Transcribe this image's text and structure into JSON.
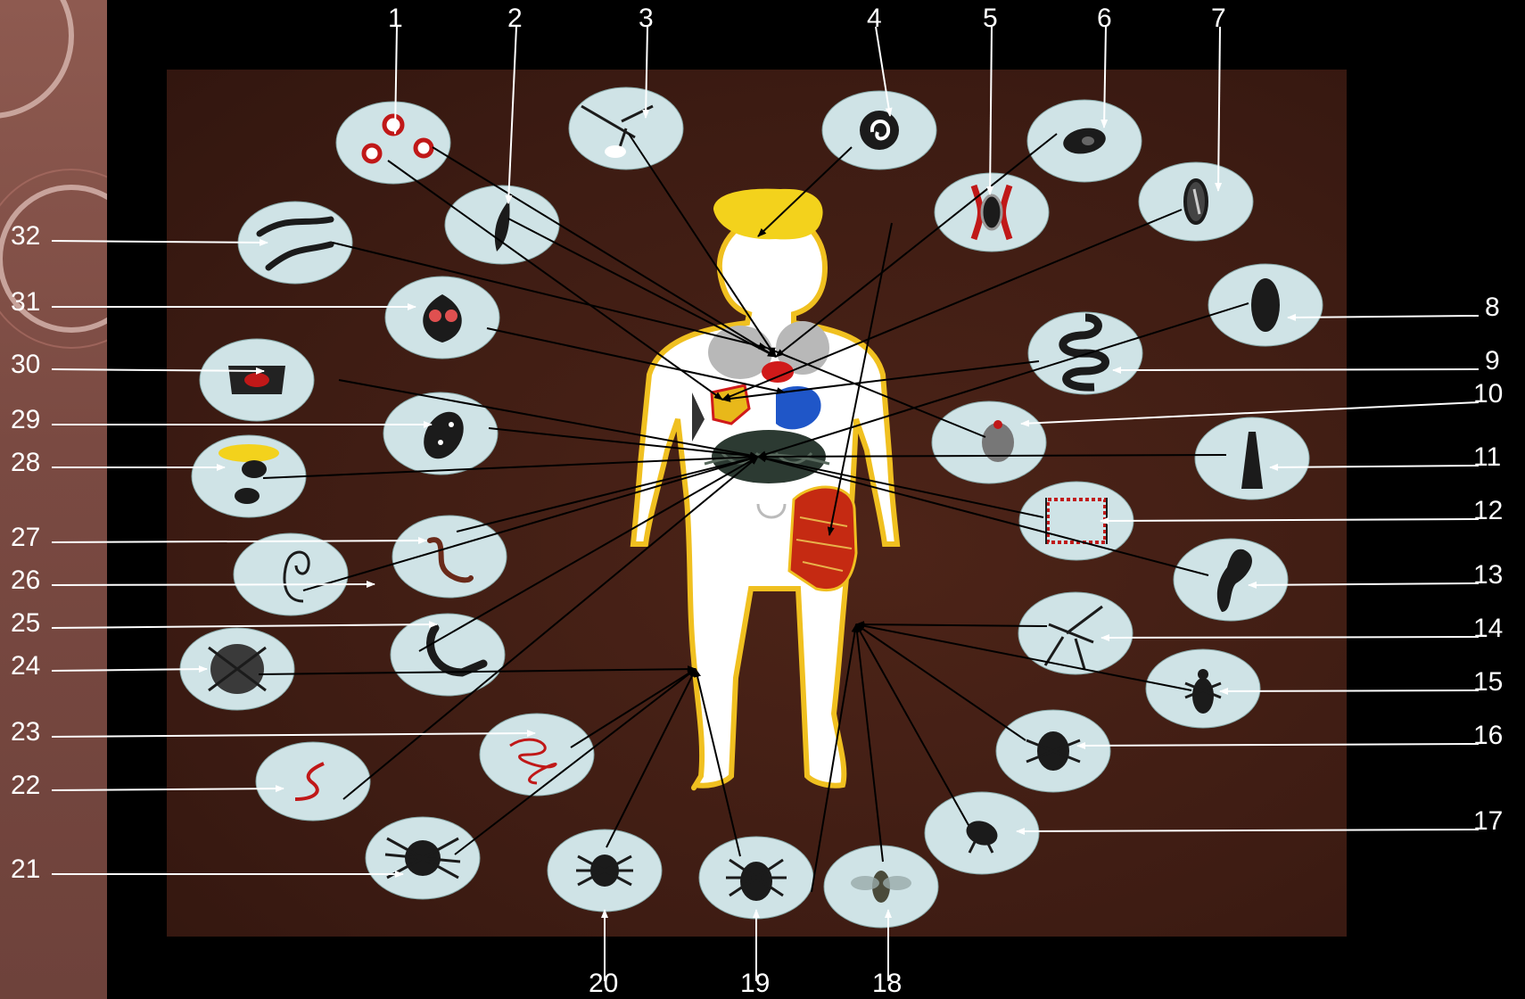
{
  "labels_top": [
    "1",
    "2",
    "3",
    "4",
    "5",
    "6",
    "7"
  ],
  "labels_right": [
    "8",
    "9",
    "10",
    "11",
    "12",
    "13",
    "14",
    "15",
    "16",
    "17"
  ],
  "labels_bottom": [
    "18",
    "19",
    "20"
  ],
  "labels_left": [
    "21",
    "22",
    "23",
    "24",
    "25",
    "26",
    "27",
    "28",
    "29",
    "30",
    "31",
    "32"
  ],
  "colors": {
    "background": "#000000",
    "board": "#3e1c13",
    "left_strip": "#7a4a42",
    "disc": "#cfe3e6",
    "body": "#ffffff",
    "body_outline": "#f0c020",
    "brain": "#f3d21c",
    "lungs": "#b8b8b8",
    "heart": "#d01a1a",
    "liver": "#e8b81a",
    "stomach": "#1f56c8",
    "intestines": "#2c3a32",
    "muscle": "#c52a12",
    "organism": "#1b1b1b",
    "worm_red": "#c01818",
    "line": "#ffffff"
  }
}
